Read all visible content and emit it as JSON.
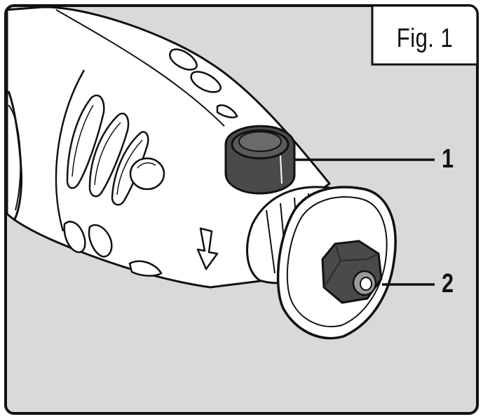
{
  "figure": {
    "label": "Fig. 1",
    "callouts": [
      {
        "number": "1"
      },
      {
        "number": "2"
      }
    ]
  },
  "colors": {
    "background": "#d9d9d9",
    "tool_body": "#ffffff",
    "outline": "#111111",
    "dark_part": "#4a4a4a"
  },
  "icons": [
    "arrow-down-icon"
  ]
}
